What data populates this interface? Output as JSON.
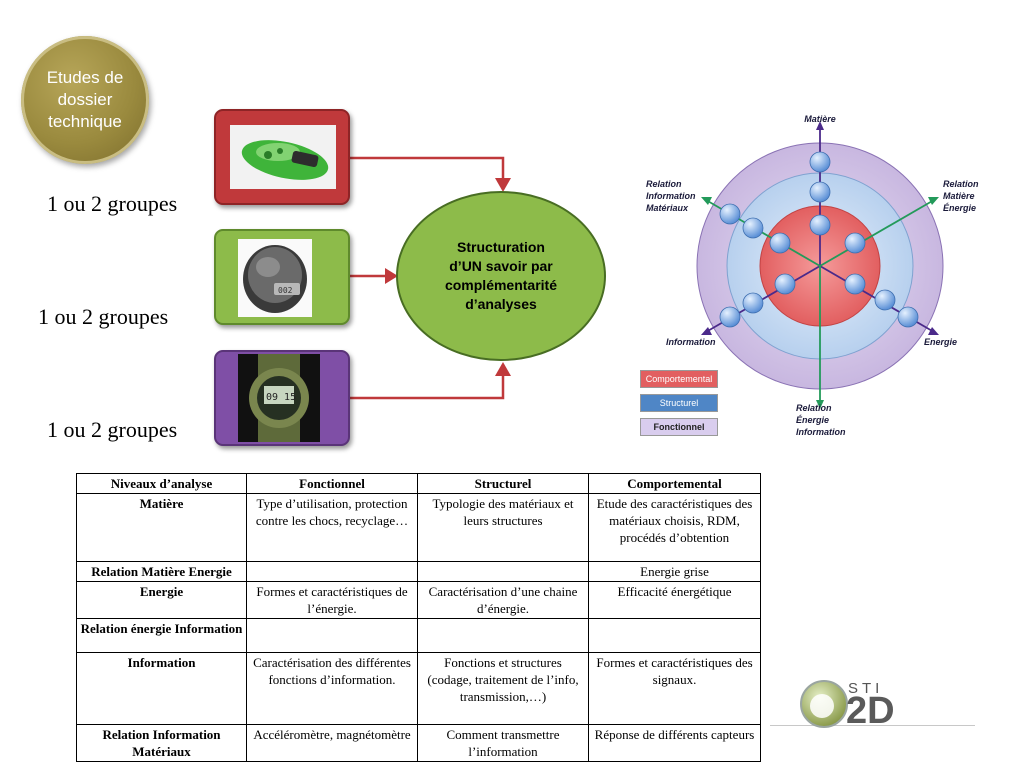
{
  "badge": {
    "line1": "Etudes de",
    "line2": "dossier",
    "line3": "technique"
  },
  "groups": {
    "label1": "1 ou 2 groupes",
    "label2": "1 ou 2 groupes",
    "label3": "1 ou 2 groupes"
  },
  "ellipse": {
    "line1": "Structuration",
    "line2": "d’UN savoir par",
    "line3": "complémentarité",
    "line4": "d’analyses"
  },
  "diagram": {
    "matiere": "Matière",
    "rel_info_mat": [
      "Relation",
      "Information",
      "Matériaux"
    ],
    "rel_mat_energie": [
      "Relation",
      "Matière",
      "Énergie"
    ],
    "information": "Information",
    "energie": "Energie",
    "rel_energie_info": [
      "Relation",
      "Énergie",
      "Information"
    ],
    "legend": {
      "comportemental": "Comportemental",
      "structurel": "Structurel",
      "fonctionnel": "Fonctionnel"
    }
  },
  "table": {
    "headers": [
      "Niveaux d’analyse",
      "Fonctionnel",
      "Structurel",
      "Comportemental"
    ],
    "rows": [
      [
        "Matière",
        "Type d’utilisation, protection contre les chocs, recyclage…",
        "Typologie des matériaux et leurs structures",
        "Etude des caractéristiques des matériaux choisis, RDM, procédés d’obtention"
      ],
      [
        "Relation Matière Energie",
        "",
        "",
        "Energie grise"
      ],
      [
        "Energie",
        "Formes et caractéristiques de l’énergie.",
        "Caractérisation d’une chaine d’énergie.",
        "Efficacité énergétique"
      ],
      [
        "Relation énergie Information",
        "",
        "",
        ""
      ],
      [
        "Information",
        "Caractérisation des différentes fonctions d’information.",
        "Fonctions et structures (codage, traitement de l’info, transmission,…)",
        "Formes et caractéristiques des signaux."
      ],
      [
        "Relation Information Matériaux",
        "Accéléromètre, magnétomètre",
        "Comment transmettre l’information",
        "Réponse de différents capteurs"
      ]
    ]
  },
  "logo": {
    "top": "STI",
    "bottom": "2D"
  },
  "colors": {
    "red": "#c0393b",
    "green": "#8dbb4a",
    "purple": "#7f4fa6",
    "olive": "#9a8a3e"
  }
}
